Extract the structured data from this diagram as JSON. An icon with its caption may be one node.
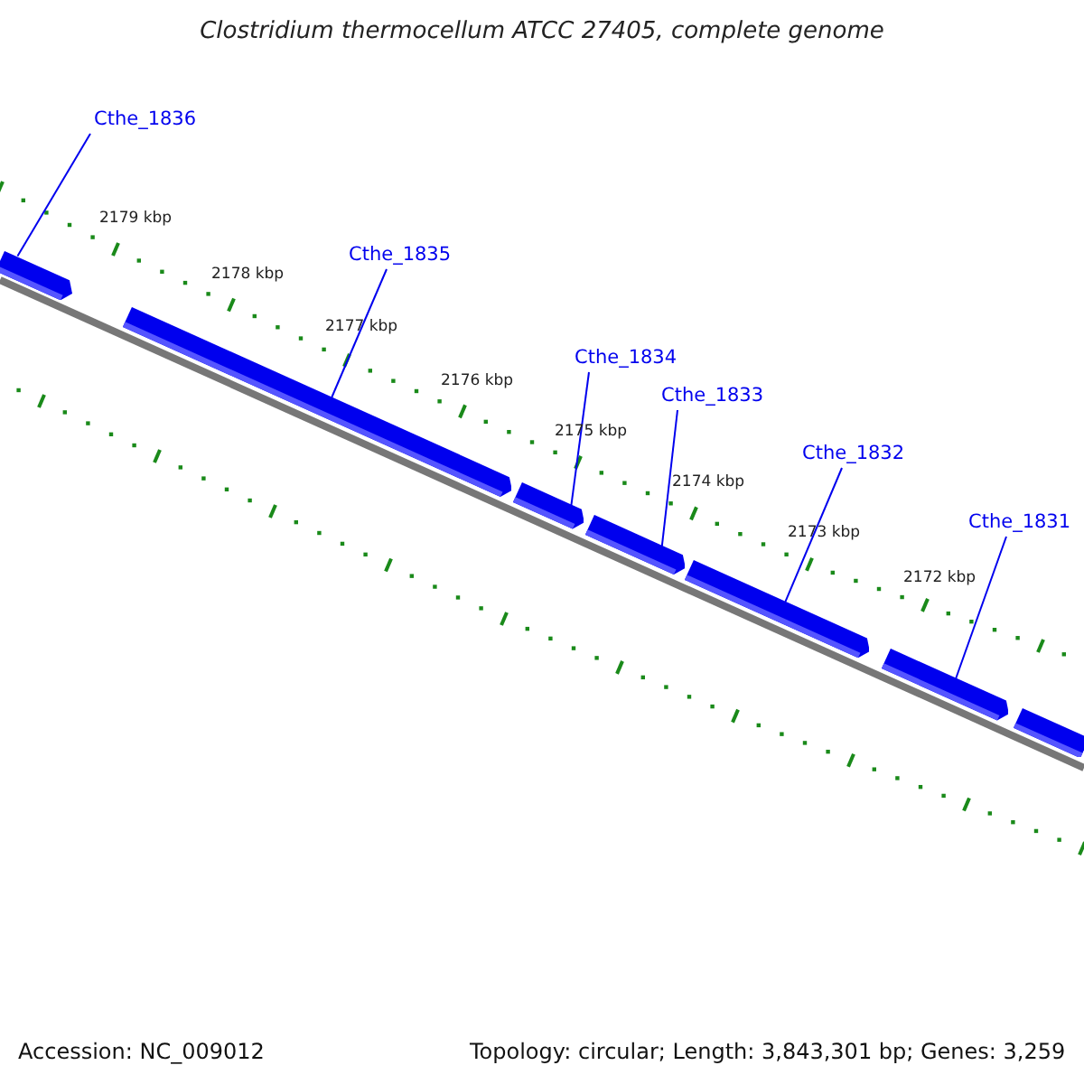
{
  "diagram": {
    "title": "Clostridium thermocellum ATCC 27405, complete genome",
    "nodes": [
      {
        "text": [
          "Cthe_1836"
        ]
      },
      {
        "text": [
          "Cthe_1835"
        ]
      },
      {
        "text": [
          "Cthe_1834"
        ]
      },
      {
        "text": [
          "Cthe_1833"
        ]
      },
      {
        "text": [
          "Cthe_1832"
        ]
      },
      {
        "text": [
          "Cthe_1831"
        ]
      },
      {
        "text": [],
        "shape": "arrow"
      },
      {
        "text": [],
        "shape": "arrow"
      },
      {
        "text": [],
        "shape": "arrow"
      },
      {
        "text": [],
        "shape": "arrow"
      },
      {
        "text": [],
        "shape": "arrow"
      },
      {
        "text": [],
        "shape": "arrow"
      },
      {
        "text": [],
        "shape": "arrow"
      }
    ],
    "edges": [
      {
        "from": 0,
        "to": 6,
        "arrow": "none"
      },
      {
        "from": 1,
        "to": 7,
        "arrow": "none"
      },
      {
        "from": 2,
        "to": 8,
        "arrow": "none"
      },
      {
        "from": 3,
        "to": 9,
        "arrow": "none"
      },
      {
        "from": 4,
        "to": 10,
        "arrow": "none"
      },
      {
        "from": 5,
        "to": 11,
        "arrow": "none"
      }
    ],
    "labels": [
      "2179 kbp",
      "2178 kbp",
      "2177 kbp",
      "2176 kbp",
      "2175 kbp",
      "2174 kbp",
      "2173 kbp",
      "2172 kbp",
      "Accession: NC_009012",
      "Topology: circular; Length: 3,843,301 bp; Genes: 3,259"
    ]
  }
}
